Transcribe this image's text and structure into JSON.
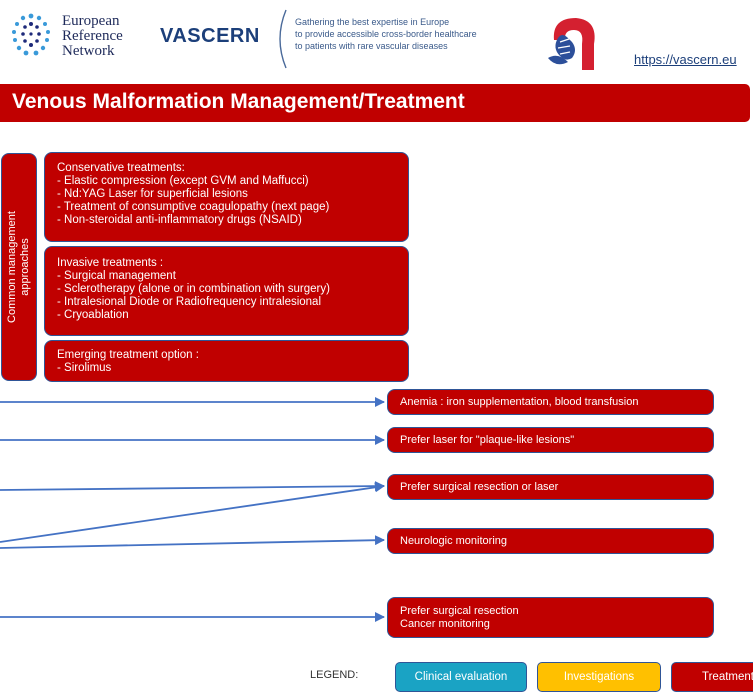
{
  "header": {
    "ern_lines": [
      "European",
      "Reference",
      "Network"
    ],
    "vascern": "VASCERN",
    "tagline_lines": [
      "Gathering the best expertise in Europe",
      "to provide accessible cross-border healthcare",
      "to patients with rare vascular diseases"
    ],
    "url": "https://vascern.eu"
  },
  "title": "Venous Malformation Management/Treatment",
  "common_label": [
    "Common management",
    "approaches"
  ],
  "boxes": {
    "conservative": {
      "heading": "Conservative treatments:",
      "items": [
        "-   Elastic compression (except GVM and Maffucci)",
        "-   Nd:YAG Laser for superficial lesions",
        "-   Treatment of consumptive coagulopathy (next page)",
        "-   Non-steroidal anti-inflammatory drugs (NSAID)"
      ]
    },
    "invasive": {
      "heading": "Invasive treatments :",
      "items": [
        "-   Surgical management",
        "-   Sclerotherapy (alone or in combination with surgery)",
        "-   Intralesional Diode or Radiofrequency intralesional",
        "-   Cryoablation"
      ]
    },
    "emerging": {
      "heading": "Emerging treatment option :",
      "items": [
        "-   Sirolimus"
      ]
    }
  },
  "results": [
    "Anemia : iron supplementation, blood transfusion",
    "Prefer laser for \"plaque-like lesions\"",
    "Prefer surgical resection or laser",
    "Neurologic monitoring",
    [
      "Prefer surgical resection",
      "Cancer monitoring"
    ]
  ],
  "legend": {
    "label": "LEGEND:",
    "items": [
      "Clinical evaluation",
      "Investigations",
      "Treatment"
    ]
  },
  "colors": {
    "treatment": "#c00000",
    "clinical": "#1aa3c4",
    "investigations": "#ffc000",
    "border": "#2f5597",
    "arrow": "#4472c4"
  }
}
